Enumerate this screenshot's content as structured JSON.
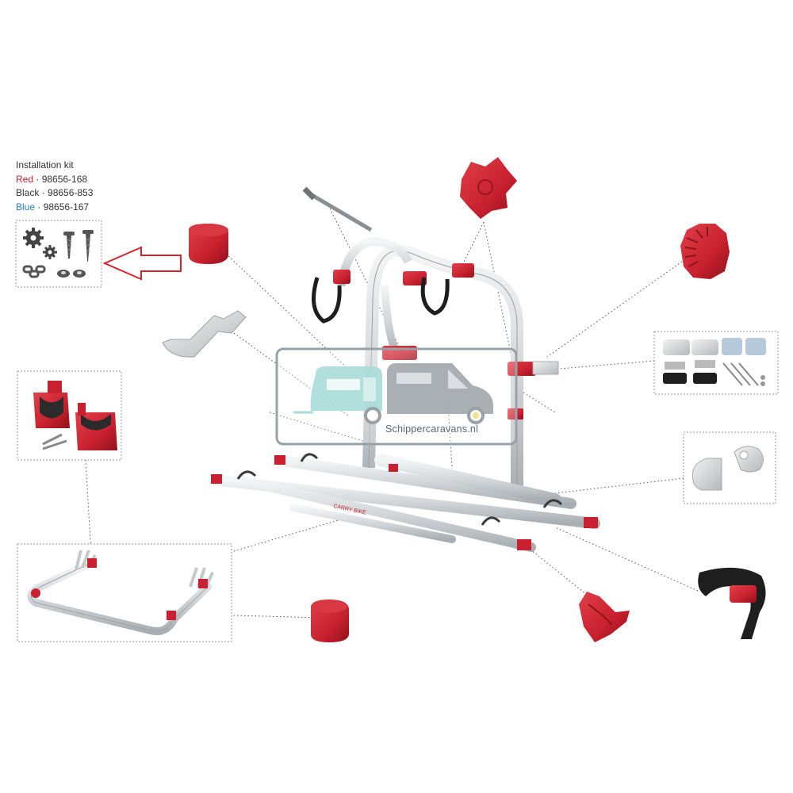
{
  "installation_kit": {
    "title": "Installation kit",
    "variants": [
      {
        "color_name": "Red",
        "code": "· 98656-168",
        "color": "#c8202e"
      },
      {
        "color_name": "Black",
        "code": "· 98656-853",
        "color": "#333333"
      },
      {
        "color_name": "Blue",
        "code": "· 98656-167",
        "color": "#2a7fb8"
      }
    ]
  },
  "watermark": {
    "site": "Schippercaravans.nl",
    "accent": "#a8ddd8",
    "vehicle_color": "#9aa1a6"
  },
  "colors": {
    "part_red": "#c8202e",
    "part_red_dark": "#8f121c",
    "aluminium": "#d9dde0",
    "strap_black": "#1e1e1e",
    "leader_line": "#555555",
    "frame_border": "#9a9a9a",
    "arrow": "#d9222a"
  },
  "parts": [
    {
      "name": "installation-kit-panel",
      "icons": [
        "gear-icon",
        "screw-icon",
        "chain-link-icon",
        "nut-icon"
      ]
    },
    {
      "name": "end-cap",
      "color": "red"
    },
    {
      "name": "wheel-rail-clip",
      "color": "grey"
    },
    {
      "name": "rail-holder-set",
      "color": "red"
    },
    {
      "name": "adjustable-lower-frame",
      "color": "aluminium"
    },
    {
      "name": "rail-end-cap",
      "color": "red"
    },
    {
      "name": "locking-knob",
      "color": "red"
    },
    {
      "name": "toothed-knob",
      "color": "red"
    },
    {
      "name": "mounting-pad-set",
      "color": "grey"
    },
    {
      "name": "end-stopper",
      "color": "grey"
    },
    {
      "name": "wheel-strap",
      "color": "black"
    },
    {
      "name": "wheel-holder",
      "color": "red"
    },
    {
      "name": "bolt",
      "color": "steel"
    }
  ]
}
